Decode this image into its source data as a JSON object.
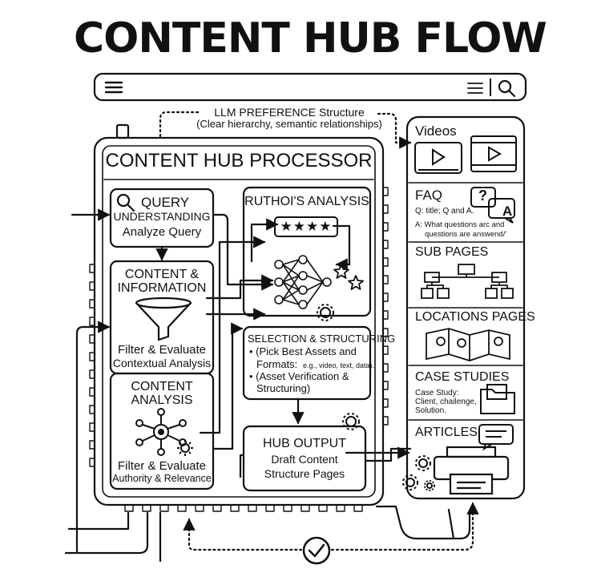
{
  "title": "CONTENT HUB FLOW",
  "top_annotation": {
    "line1": "LLM PREFERENCE Structure",
    "line2": "(Clear hierarchy, semantic relationships)"
  },
  "processor": {
    "title": "CONTENT HUB PROCESSOR",
    "query": {
      "line1": "QUERY",
      "line2": "UNDERSTANDING",
      "line3": "Analyze Query"
    },
    "content_info": {
      "line1": "CONTENT &",
      "line2": "INFORMATION",
      "line3": "Filter & Evaluate",
      "line4": "Contextual Analysis"
    },
    "content_analysis": {
      "line1": "CONTENT",
      "line2": "ANALYSIS",
      "line3": "Filter & Evaluate",
      "line4": "Authority & Relevance"
    },
    "author_analysis": {
      "title": "RUTHOI'S ANALYSIS",
      "stars": "★★★★"
    },
    "selection": {
      "title": "SELECTION & STRUCTURING",
      "bullet1_a": "• (Pick Best Assets and",
      "bullet1_b": "Formats:",
      "bullet1_c": "e.g., video, text, data).",
      "bullet2_a": "• (Asset Verification &",
      "bullet2_b": "Structuring)"
    },
    "hub_output": {
      "line1": "HUB OUTPUT",
      "line2": "Draft Content",
      "line3": "Structure Pages"
    }
  },
  "sidebar": {
    "videos": {
      "title": "Videos"
    },
    "faq": {
      "title": "FAQ",
      "line1": "Q: title; Q and A.",
      "line2": "A: What questions arc and",
      "line3": "questions are answend/'",
      "bubble_q": "?",
      "bubble_a": "A"
    },
    "sub_pages": {
      "title": "SUB PAGES"
    },
    "locations": {
      "title": "LOCATIONS PAGES"
    },
    "case_studies": {
      "title": "CASE STUDIES",
      "line1": "Case Study:",
      "line2": "Client, chailenge,",
      "line3": "Solution."
    },
    "articles": {
      "title": "ARTICLES"
    }
  },
  "icons": [
    "menu-icon",
    "list-icon",
    "search-icon",
    "magnifier-icon",
    "funnel-icon",
    "network-icon",
    "neural-network-icon",
    "star-icon",
    "gear-icon",
    "play-icon",
    "film-icon",
    "speech-bubble-icon",
    "sitemap-icon",
    "map-icon",
    "folder-icon",
    "printer-icon",
    "checkmark-icon"
  ]
}
